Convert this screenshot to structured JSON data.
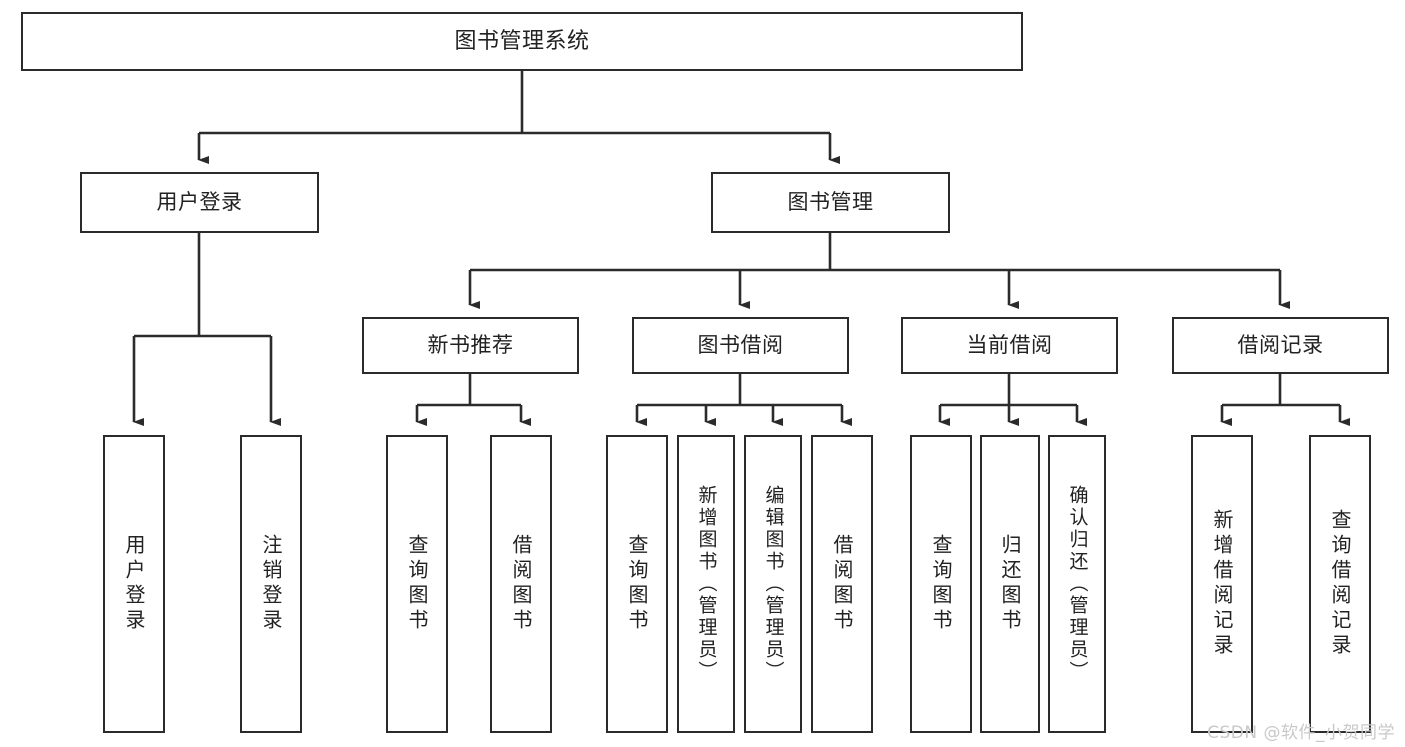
{
  "diagram": {
    "type": "tree",
    "title": "图书管理系统",
    "root": {
      "label": "图书管理系统"
    },
    "level2": [
      {
        "id": "user-login",
        "label": "用户登录"
      },
      {
        "id": "book-management",
        "label": "图书管理"
      }
    ],
    "level3": [
      {
        "id": "new-book-recommend",
        "label": "新书推荐",
        "parent": "book-management"
      },
      {
        "id": "book-borrow",
        "label": "图书借阅",
        "parent": "book-management"
      },
      {
        "id": "current-borrow",
        "label": "当前借阅",
        "parent": "book-management"
      },
      {
        "id": "borrow-record",
        "label": "借阅记录",
        "parent": "book-management"
      }
    ],
    "leaves": [
      {
        "id": "leaf-user-login",
        "label": "用户登录",
        "parent": "user-login"
      },
      {
        "id": "leaf-logout-login",
        "label": "注销登录",
        "parent": "user-login"
      },
      {
        "id": "leaf-query-book-1",
        "label": "查询图书",
        "parent": "new-book-recommend"
      },
      {
        "id": "leaf-borrow-book-1",
        "label": "借阅图书",
        "parent": "new-book-recommend"
      },
      {
        "id": "leaf-query-book-2",
        "label": "查询图书",
        "parent": "book-borrow"
      },
      {
        "id": "leaf-add-book",
        "label": "新增图书（管理员）",
        "parent": "book-borrow"
      },
      {
        "id": "leaf-edit-book",
        "label": "编辑图书（管理员）",
        "parent": "book-borrow"
      },
      {
        "id": "leaf-borrow-book-2",
        "label": "借阅图书",
        "parent": "book-borrow"
      },
      {
        "id": "leaf-query-book-3",
        "label": "查询图书",
        "parent": "current-borrow"
      },
      {
        "id": "leaf-return-book",
        "label": "归还图书",
        "parent": "current-borrow"
      },
      {
        "id": "leaf-confirm-return",
        "label": "确认归还（管理员）",
        "parent": "current-borrow"
      },
      {
        "id": "leaf-add-record",
        "label": "新增借阅记录",
        "parent": "borrow-record"
      },
      {
        "id": "leaf-query-record",
        "label": "查询借阅记录",
        "parent": "borrow-record"
      }
    ]
  },
  "watermark": {
    "text": "CSDN @软件_小贺同学"
  },
  "colors": {
    "stroke": "#2b2b2b",
    "background": "#ffffff",
    "text": "#222222",
    "watermark": "#c9c9c9"
  }
}
